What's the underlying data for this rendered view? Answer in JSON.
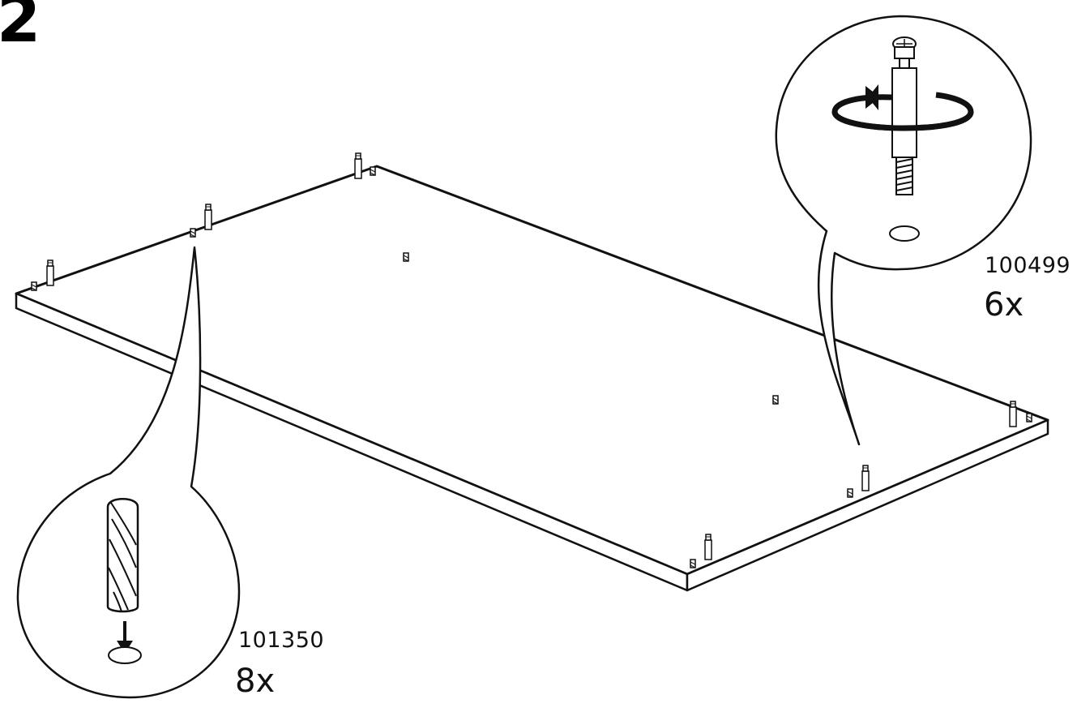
{
  "step": {
    "number": "2"
  },
  "parts": {
    "dowel": {
      "code": "101350",
      "quantity": "8x",
      "icon": "wooden-dowel-icon"
    },
    "cam_bolt": {
      "code": "100499",
      "quantity": "6x",
      "icon": "cam-bolt-icon"
    }
  },
  "colors": {
    "line": "#111111",
    "background": "#ffffff"
  }
}
